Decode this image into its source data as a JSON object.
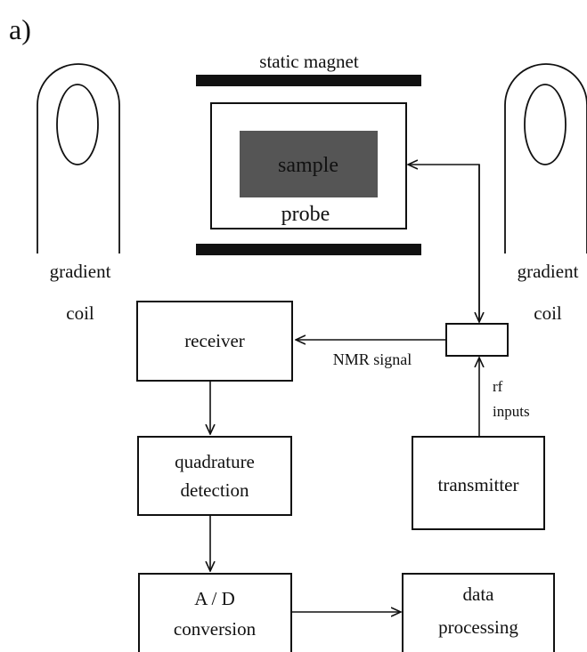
{
  "panel_label": "a)",
  "magnet_label": "static magnet",
  "sample_label": "sample",
  "probe_label": "probe",
  "gradient_coil_left": {
    "line1": "gradient",
    "line2": "coil"
  },
  "gradient_coil_right": {
    "line1": "gradient",
    "line2": "coil"
  },
  "receiver_label": "receiver",
  "nmr_signal_label": "NMR signal",
  "rf_inputs": {
    "line1": "rf",
    "line2": "inputs"
  },
  "quadrature": {
    "line1": "quadrature",
    "line2": "detection"
  },
  "transmitter_label": "transmitter",
  "adc": {
    "line1": "A / D",
    "line2": "conversion"
  },
  "data_processing": {
    "line1": "data",
    "line2": "processing"
  },
  "colors": {
    "sample_fill": "#555555",
    "magnet_bar": "#111111",
    "line": "#111111"
  }
}
